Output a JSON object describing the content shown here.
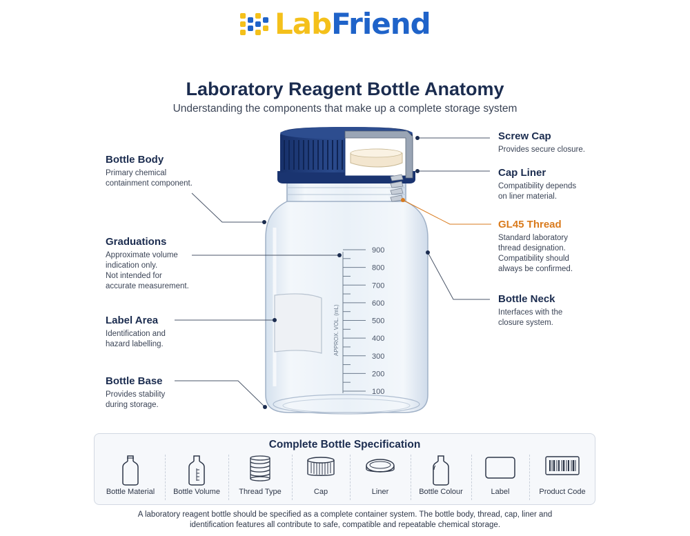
{
  "brand": {
    "lab": "Lab",
    "friend": "Friend",
    "colors": {
      "lab": "#f4c01b",
      "friend": "#1f63c9"
    }
  },
  "header": {
    "title": "Laboratory Reagent Bottle Anatomy",
    "subtitle": "Understanding the components that make up a complete storage system"
  },
  "callouts": {
    "bottle_body": {
      "title": "Bottle Body",
      "desc": "Primary chemical\ncontainment component."
    },
    "graduations": {
      "title": "Graduations",
      "desc": "Approximate volume\nindication only.\nNot intended for\naccurate measurement."
    },
    "label_area": {
      "title": "Label Area",
      "desc": "Identification and\nhazard labelling."
    },
    "bottle_base": {
      "title": "Bottle Base",
      "desc": "Provides stability\nduring storage."
    },
    "screw_cap": {
      "title": "Screw Cap",
      "desc": "Provides secure closure."
    },
    "cap_liner": {
      "title": "Cap Liner",
      "desc": "Compatibility depends\non liner material."
    },
    "thread": {
      "title": "GL45 Thread",
      "desc": "Standard laboratory\nthread designation.\nCompatibility should\nalways be confirmed."
    },
    "bottle_neck": {
      "title": "Bottle Neck",
      "desc": "Interfaces with the\nclosure system."
    }
  },
  "bottle": {
    "graduation_label": "APPROX. VOL. (mL)",
    "graduations": [
      "900",
      "800",
      "700",
      "600",
      "500",
      "400",
      "300",
      "200",
      "100"
    ],
    "colors": {
      "cap": "#1f3a73",
      "liner": "#f3e6cf",
      "glass": "#e6eef7",
      "accent": "#d97a1c"
    }
  },
  "spec": {
    "title": "Complete Bottle Specification",
    "items": [
      {
        "label": "Bottle Material",
        "icon": "bottle-icon"
      },
      {
        "label": "Bottle Volume",
        "icon": "graduated-bottle-icon"
      },
      {
        "label": "Thread Type",
        "icon": "thread-icon"
      },
      {
        "label": "Cap",
        "icon": "cap-icon"
      },
      {
        "label": "Liner",
        "icon": "liner-icon"
      },
      {
        "label": "Bottle Colour",
        "icon": "bottle-icon"
      },
      {
        "label": "Label",
        "icon": "label-icon"
      },
      {
        "label": "Product Code",
        "icon": "barcode-icon"
      }
    ]
  },
  "footer": {
    "line1": "A laboratory reagent bottle should be specified as a complete container system. The bottle body, thread, cap, liner and",
    "line2": "identification features all contribute to safe, compatible and repeatable chemical storage."
  }
}
